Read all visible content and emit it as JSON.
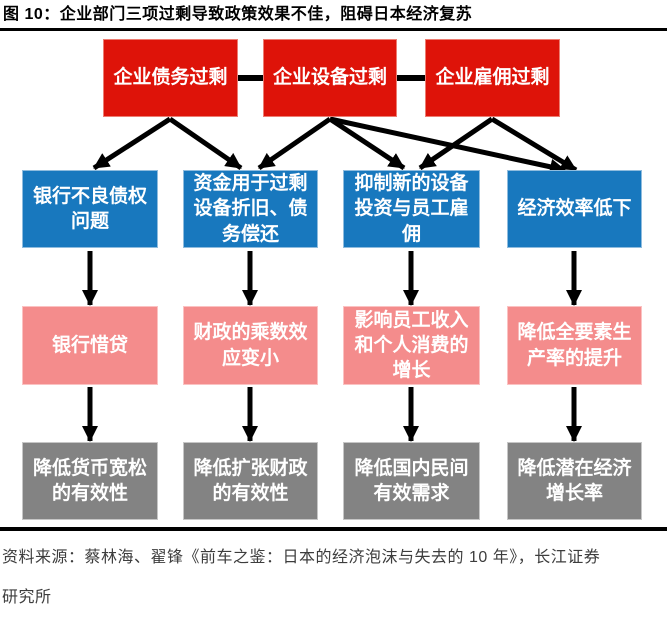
{
  "title": "图 10：企业部门三项过剩导致政策效果不佳，阻碍日本经济复苏",
  "footer": {
    "line1": "资料来源：蔡林海、翟锋《前车之鉴：日本的经济泡沫与失去的 10 年》，长江证券",
    "line2": "研究所"
  },
  "colors": {
    "red": "#DE1309",
    "blue": "#1878BE",
    "pink": "#F48C8C",
    "gray": "#838383",
    "arrow": "#000000",
    "box_text": "#FFFFFF"
  },
  "diagram": {
    "type": "flowchart",
    "top_row": [
      {
        "id": "debt",
        "label": "企业债务过剩"
      },
      {
        "id": "equipment",
        "label": "企业设备过剩"
      },
      {
        "id": "employment",
        "label": "企业雇佣过剩"
      }
    ],
    "columns": [
      {
        "blue": "银行不良债权问题",
        "pink": "银行惜贷",
        "gray": "降低货币宽松的有效性"
      },
      {
        "blue": "资金用于过剩设备折旧、债务偿还",
        "pink": "财政的乘数效应变小",
        "gray": "降低扩张财政的有效性"
      },
      {
        "blue": "抑制新的设备投资与员工雇佣",
        "pink": "影响员工收入和个人消费的增长",
        "gray": "降低国内民间有效需求"
      },
      {
        "blue": "经济效率低下",
        "pink": "降低全要素生产率的提升",
        "gray": "降低潜在经济增长率"
      }
    ],
    "edges": [
      {
        "from": "企业债务过剩",
        "to": "银行不良债权问题"
      },
      {
        "from": "企业债务过剩",
        "to": "资金用于过剩设备折旧、债务偿还"
      },
      {
        "from": "企业设备过剩",
        "to": "资金用于过剩设备折旧、债务偿还"
      },
      {
        "from": "企业设备过剩",
        "to": "抑制新的设备投资与员工雇佣"
      },
      {
        "from": "企业设备过剩",
        "to": "经济效率低下"
      },
      {
        "from": "企业雇佣过剩",
        "to": "抑制新的设备投资与员工雇佣"
      },
      {
        "from": "企业雇佣过剩",
        "to": "经济效率低下"
      },
      {
        "from": "银行不良债权问题",
        "to": "银行惜贷"
      },
      {
        "from": "资金用于过剩设备折旧、债务偿还",
        "to": "财政的乘数效应变小"
      },
      {
        "from": "抑制新的设备投资与员工雇佣",
        "to": "影响员工收入和个人消费的增长"
      },
      {
        "from": "经济效率低下",
        "to": "降低全要素生产率的提升"
      },
      {
        "from": "银行惜贷",
        "to": "降低货币宽松的有效性"
      },
      {
        "from": "财政的乘数效应变小",
        "to": "降低扩张财政的有效性"
      },
      {
        "from": "影响员工收入和个人消费的增长",
        "to": "降低国内民间有效需求"
      },
      {
        "from": "降低全要素生产率的提升",
        "to": "降低潜在经济增长率"
      }
    ],
    "arrow_lines": [
      [
        170,
        119,
        94,
        168
      ],
      [
        170,
        119,
        241,
        168
      ],
      [
        330,
        119,
        259,
        168
      ],
      [
        330,
        119,
        404,
        168
      ],
      [
        330,
        119,
        565,
        170
      ],
      [
        492,
        119,
        420,
        168
      ],
      [
        492,
        119,
        576,
        170
      ],
      [
        90,
        251,
        90,
        305
      ],
      [
        250,
        251,
        250,
        305
      ],
      [
        411,
        251,
        411,
        305
      ],
      [
        574,
        251,
        574,
        305
      ],
      [
        90,
        387,
        90,
        441
      ],
      [
        250,
        387,
        250,
        441
      ],
      [
        411,
        387,
        411,
        441
      ],
      [
        574,
        387,
        574,
        441
      ]
    ],
    "connector_lines": [
      [
        237,
        78,
        264,
        78
      ],
      [
        396,
        78,
        426,
        78
      ]
    ]
  }
}
